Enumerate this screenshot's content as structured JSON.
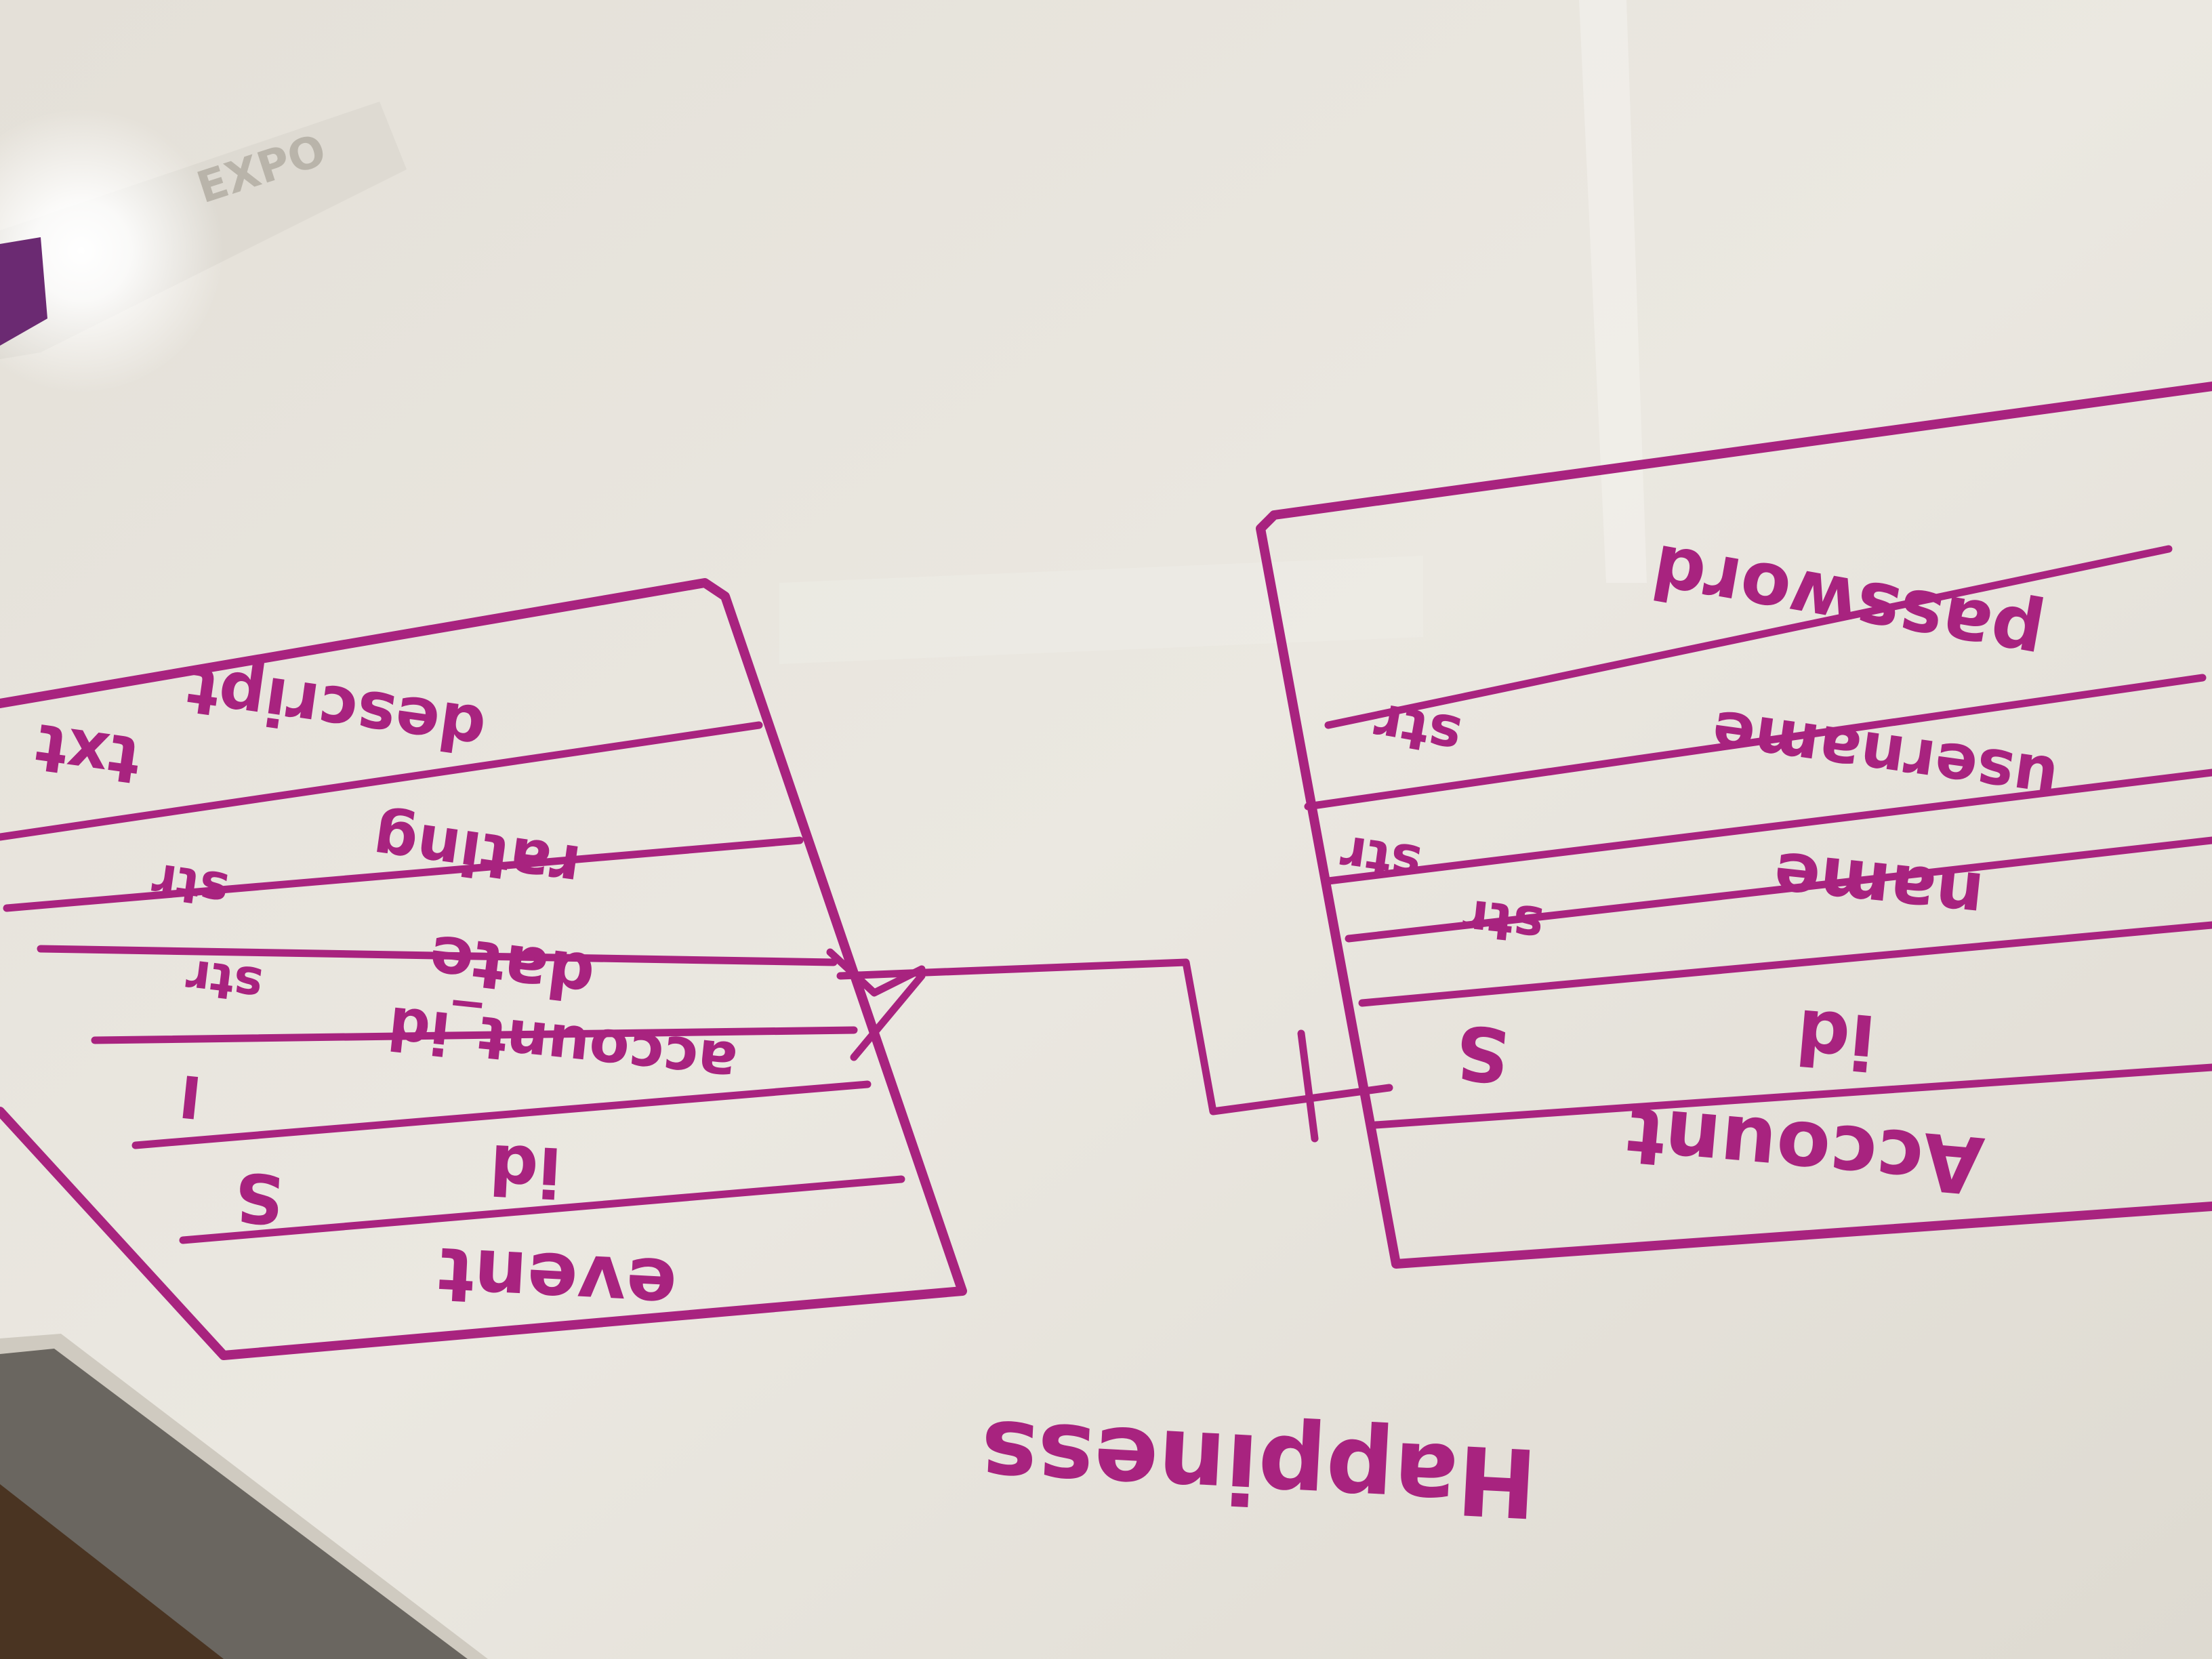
{
  "colors": {
    "marker": "#a8237f",
    "board": "#e9e6de",
    "board_shadow": "#d6d2c8",
    "counter": "#6a6660",
    "wood": "#4a3422"
  },
  "board_title": "Happiness",
  "tables": [
    {
      "name": "event",
      "fields": [
        {
          "name": "id",
          "type": "S"
        },
        {
          "name": "account_id",
          "type": "I"
        },
        {
          "name": "date",
          "type": "str"
        },
        {
          "name": "rating",
          "type": "str"
        },
        {
          "name": "descript",
          "type": "txt"
        }
      ]
    },
    {
      "name": "Account",
      "fields": [
        {
          "name": "id",
          "type": "S"
        },
        {
          "name": "name",
          "type": "str"
        },
        {
          "name": "username",
          "type": "str"
        },
        {
          "name": "password",
          "type": "str"
        }
      ]
    }
  ],
  "relationship": {
    "from": "Account",
    "to": "event",
    "from_end": "one",
    "to_end": "many"
  },
  "marker_pen": {
    "icon": "marker-pen-icon",
    "brand": "EXPO"
  }
}
